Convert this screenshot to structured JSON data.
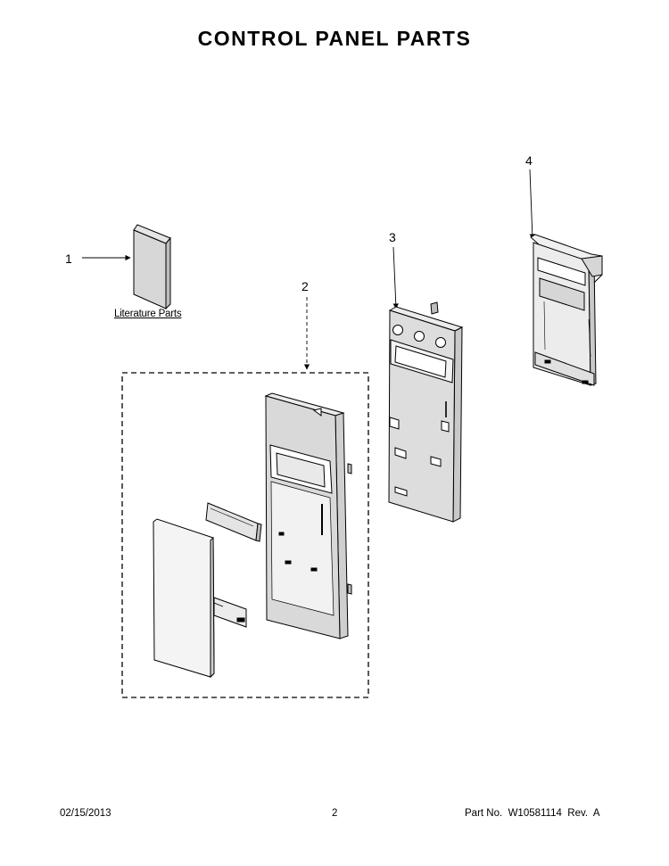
{
  "title": "CONTROL PANEL PARTS",
  "callouts": [
    "1",
    "2",
    "3",
    "4"
  ],
  "literature_label": "Literature Parts",
  "footer": {
    "date": "02/15/2013",
    "page": "2",
    "part_no": "Part No.  W10581114  Rev.  A"
  }
}
